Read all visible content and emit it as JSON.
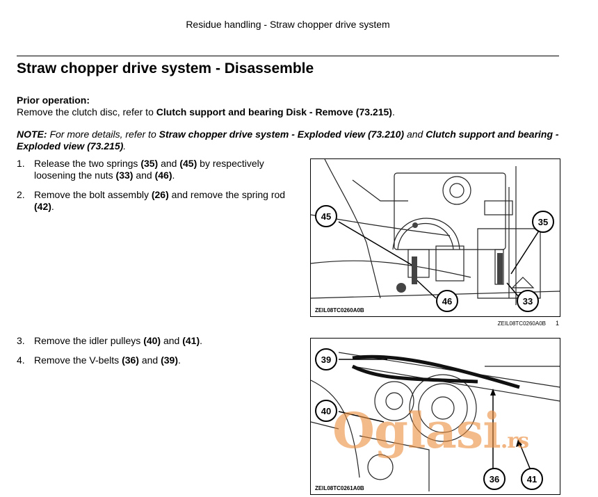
{
  "header": {
    "running_title": "Residue handling - Straw chopper drive system"
  },
  "title": "Straw chopper drive system - Disassemble",
  "prior": {
    "label": "Prior operation:",
    "text_before": "Remove the clutch disc, refer to ",
    "link": "Clutch support and bearing Disk - Remove (73.215)",
    "text_after": "."
  },
  "note": {
    "label": "NOTE:",
    "t1": " For more details, refer to ",
    "link1": "Straw chopper drive system - Exploded view (73.210)",
    "t2": " and ",
    "link2": "Clutch support and bearing - Exploded view (73.215)",
    "t3": "."
  },
  "steps": [
    {
      "num": "1.",
      "a": "Release the two springs ",
      "b": "(35)",
      "c": " and ",
      "d": "(45)",
      "e": " by respectively loosening the nuts ",
      "f": "(33)",
      "g": " and ",
      "h": "(46)",
      "i": "."
    },
    {
      "num": "2.",
      "a": "Remove the bolt assembly ",
      "b": "(26)",
      "c": " and remove the spring rod ",
      "d": "(42)",
      "e": "."
    },
    {
      "num": "3.",
      "a": "Remove the idler pulleys ",
      "b": "(40)",
      "c": " and ",
      "d": "(41)",
      "e": "."
    },
    {
      "num": "4.",
      "a": "Remove the V-belts ",
      "b": "(36)",
      "c": " and ",
      "d": "(39)",
      "e": "."
    }
  ],
  "figure1": {
    "code": "ZEIL08TC0260A0B",
    "caption_code": "ZEIL08TC0260A0B",
    "caption_number": "1",
    "callouts": [
      "45",
      "35",
      "46",
      "33"
    ]
  },
  "figure2": {
    "code": "ZEIL08TC0261A0B",
    "callouts": [
      "39",
      "40",
      "36",
      "41"
    ]
  },
  "watermark": {
    "main": "Oglasi",
    "suffix": ".rs"
  }
}
